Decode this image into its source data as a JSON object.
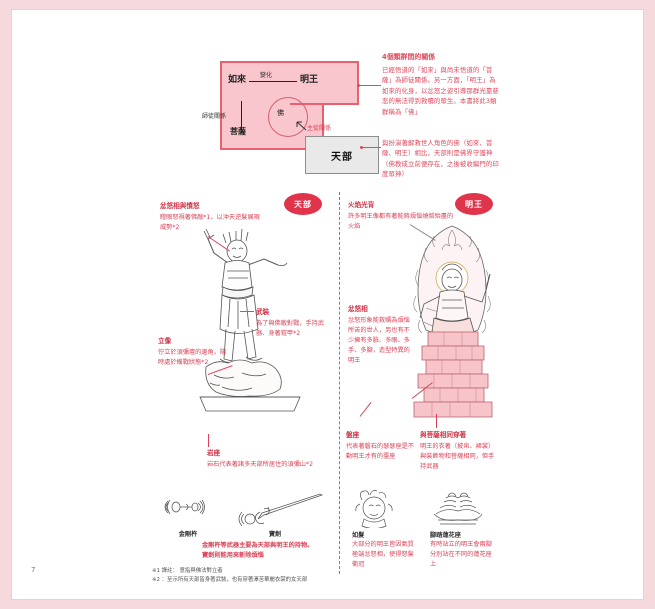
{
  "page": {
    "number": "7",
    "background_color": "#f6d9dd",
    "accent_color": "#e0344a"
  },
  "diagram": {
    "title": "4個類群間的關係",
    "nyorai": "如來",
    "myouou": "明王",
    "bosatsu": "菩薩",
    "butsu": "佛",
    "tenbu": "天部",
    "label_henka": "變化",
    "label_shido": "師徒關係",
    "label_shuju": "主從關係"
  },
  "side_notes": [
    {
      "id": "note-top",
      "heading": "4個類群間的關係",
      "body": "已經悟道的「如來」與尚未悟道的「菩薩」為師徒關係。另一方面，「明王」為如來的化身，以忿怒之姿引導那群光靠慈悲的無法得到救贖的眾生。本書將此3類群稱為「佛」"
    },
    {
      "id": "note-bottom",
      "heading": "",
      "body": "與扮演著解救世人角色的佛（如來、菩薩、明王）相比，天部則是佛界守護神（佛教成立前便存在，之後被收編門的印度眾神）"
    }
  ],
  "pills": {
    "tenbu": "天部",
    "myouou": "明王"
  },
  "left_callouts": [
    {
      "heading": "忿怒相與憤怒",
      "body": "瞪眼怒視著佛敵*1，以沖天逆髮展現威勢*2"
    },
    {
      "heading": "武裝",
      "body": "為了與佛敵對戰，手持武器、身著鎧甲*2"
    },
    {
      "heading": "立像",
      "body": "佇立於須彌壇的邊角，隨時處於備戰狀態*2"
    },
    {
      "heading": "岩座",
      "body": "岩石代表著諸多天部所居住的須彌山*2"
    }
  ],
  "right_callouts": [
    {
      "heading": "火焰光背",
      "body": "許多明王像都有著能將煩惱燒燬殆盡的火焰"
    },
    {
      "heading": "忿怒相",
      "body": "忿怒形象能救贖為煩惱所苦的世人，另也有不少擁有多臉、多眼、多手、多腳，造型特異的明王"
    },
    {
      "heading": "盤座",
      "body": "代表著磐石的瑟瑟座是不動明王才有的臺座"
    },
    {
      "heading": "與菩薩相同穿著",
      "body": "明王的衣著（披帛、裙裳）與裝飾物和菩薩相同，但手持武器"
    }
  ],
  "bottom_left": {
    "item1_caption": "金剛杵",
    "item2_caption": "寶劍",
    "description": "金剛杵等武器主要為天部與明王的持物。寶劍則能用來斬除煩惱"
  },
  "bottom_right": {
    "item1_caption": "如髮",
    "item1_desc": "大部分的明王皆因氣質極端忿怒相，使得怒髮衝冠",
    "item2_caption": "腳踏蓮花座",
    "item2_desc": "有時站立的明王會兩腳分別站在不同的蓮花座上"
  },
  "footnotes": [
    "※1 譯註： 意指與佛法對立者",
    "※2 ：至示所有天部皆身著武裝，也有穿著澤苦華麗衣裳的女天部"
  ]
}
